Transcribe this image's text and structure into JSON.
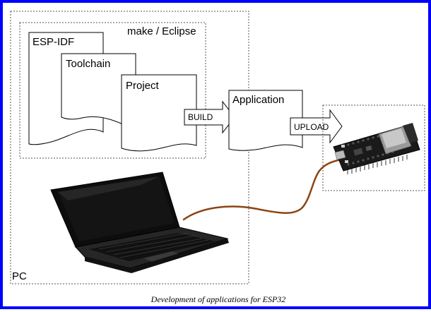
{
  "diagram": {
    "labels": {
      "build_env": "make / Eclipse",
      "esp_idf": "ESP-IDF",
      "toolchain": "Toolchain",
      "project": "Project",
      "build_arrow": "BUILD",
      "application": "Application",
      "upload_arrow": "UPLOAD",
      "pc": "PC"
    },
    "caption": "Development of applications for ESP32",
    "icons": {
      "laptop": "laptop-icon",
      "board": "esp32-devkit-board-icon",
      "cable": "usb-cable"
    },
    "colors": {
      "frame_border": "#0000ff",
      "cable": "#8b4513",
      "board": "#1a1a1a",
      "document_stroke": "#000000"
    }
  }
}
